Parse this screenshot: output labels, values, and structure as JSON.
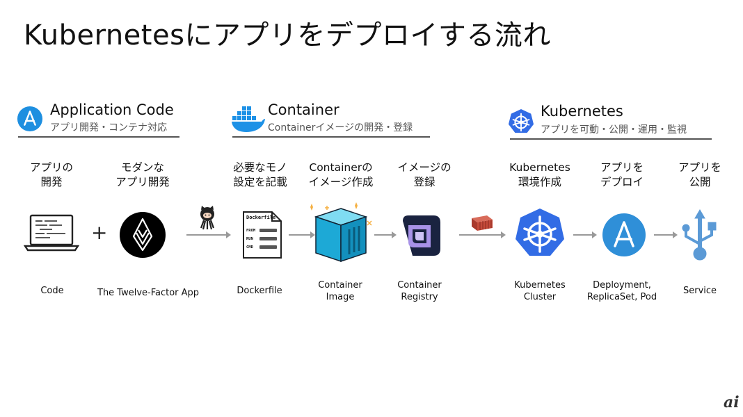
{
  "title": "Kubernetesにアプリをデプロイする流れ",
  "sections": [
    {
      "title": "Application Code",
      "subtitle": "アプリ開発・コンテナ対応",
      "icon": "app-store-icon"
    },
    {
      "title": "Container",
      "subtitle": "Containerイメージの開発・登録",
      "icon": "docker-whale-icon"
    },
    {
      "title": "Kubernetes",
      "subtitle": "アプリを可動・公開・運用・監視",
      "icon": "kubernetes-helm-icon"
    }
  ],
  "steps": [
    {
      "line1": "アプリの",
      "line2": "開発"
    },
    {
      "line1": "モダンな",
      "line2": "アプリ開発"
    },
    {
      "line1": "必要なモノ",
      "line2": "設定を記載"
    },
    {
      "line1": "Containerの",
      "line2": "イメージ作成"
    },
    {
      "line1": "イメージの",
      "line2": "登録"
    },
    {
      "line1": "Kubernetes",
      "line2": "環境作成"
    },
    {
      "line1": "アプリを",
      "line2": "デプロイ"
    },
    {
      "line1": "アプリを",
      "line2": "公開"
    }
  ],
  "labels": [
    {
      "line1": "Code",
      "line2": ""
    },
    {
      "line1": "The Twelve-Factor App",
      "line2": ""
    },
    {
      "line1": "Dockerfile",
      "line2": ""
    },
    {
      "line1": "Container",
      "line2": "Image"
    },
    {
      "line1": "Container",
      "line2": "Registry"
    },
    {
      "line1": "Kubernetes",
      "line2": "Cluster"
    },
    {
      "line1": "Deployment,",
      "line2": "ReplicaSet, Pod"
    },
    {
      "line1": "Service",
      "line2": ""
    }
  ],
  "dockerfile": {
    "header": "Dockerfile",
    "rows": [
      "FROM",
      "RUN",
      "CMD"
    ]
  },
  "plus_sign": "+",
  "logo_text": "ai",
  "colors": {
    "accent_blue": "#326ce5",
    "cube": "#1fb0d8",
    "text": "#111111",
    "line": "#555555"
  }
}
